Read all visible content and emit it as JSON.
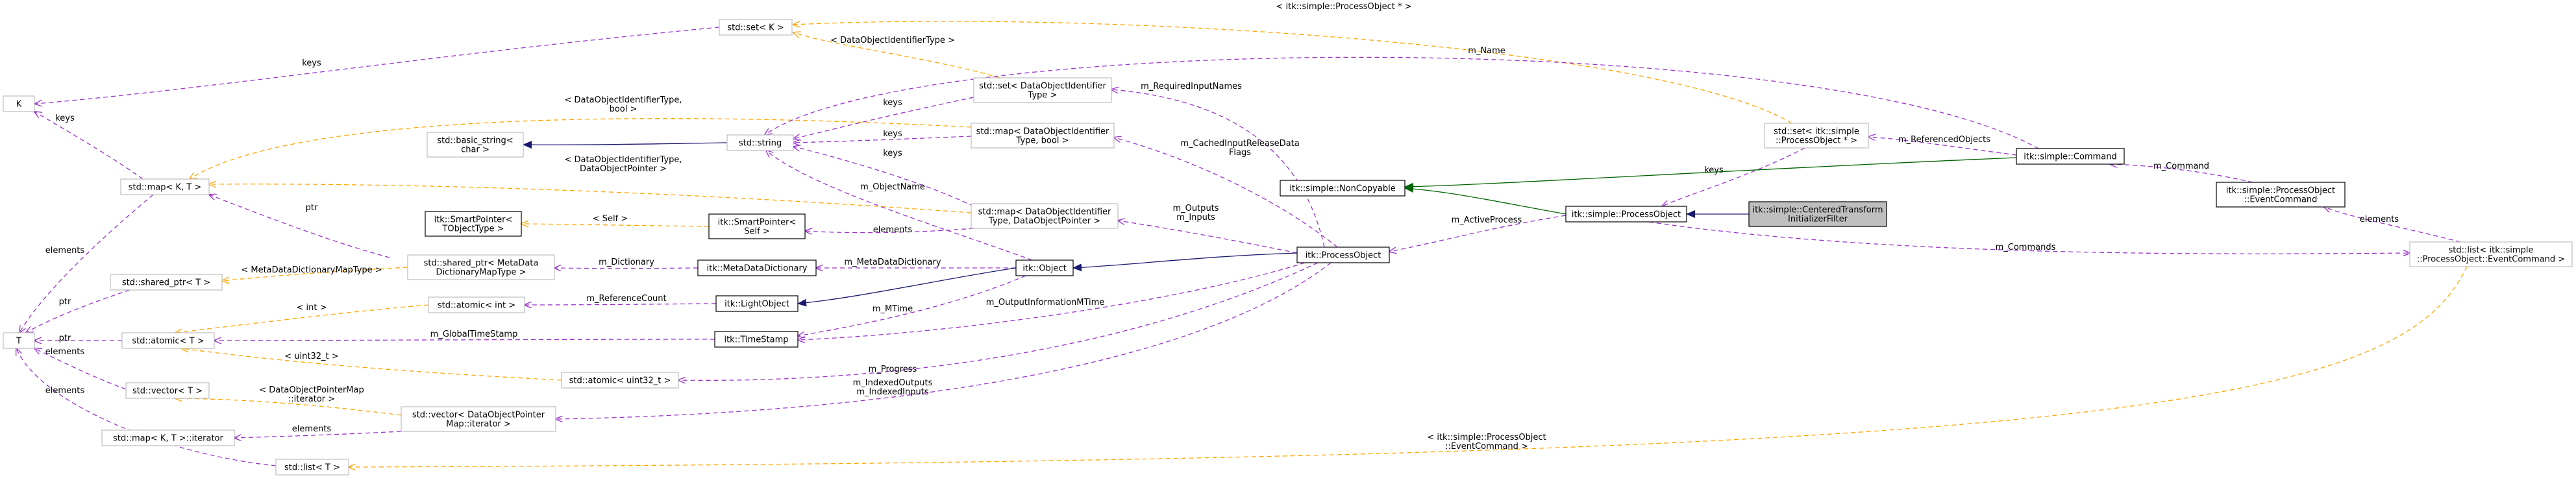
{
  "nodes": {
    "k": [
      "K"
    ],
    "t": [
      "T"
    ],
    "set_k": [
      "std::set< K >"
    ],
    "set_doit": [
      "std::set< DataObjectIdentifier",
      "Type >"
    ],
    "map_doit": [
      "std::map< DataObjectIdentifier",
      "Type, bool >"
    ],
    "map_doit_dop": [
      "std::map< DataObjectIdentifier",
      "Type, DataObjectPointer >"
    ],
    "string": [
      "std::string"
    ],
    "basic_string": [
      "std::basic_string<",
      "char >"
    ],
    "map_kt": [
      "std::map< K, T >"
    ],
    "sp_tobj": [
      "itk::SmartPointer<",
      "TObjectType >"
    ],
    "sp_self": [
      "itk::SmartPointer<",
      "Self >"
    ],
    "shared_ptr_t": [
      "std::shared_ptr< T >"
    ],
    "shared_ptr_md": [
      "std::shared_ptr< MetaData",
      "DictionaryMapType >"
    ],
    "metadata_dict": [
      "itk::MetaDataDictionary"
    ],
    "atomic_int": [
      "std::atomic< int >"
    ],
    "light_object": [
      "itk::LightObject"
    ],
    "object": [
      "itk::Object"
    ],
    "atomic_t": [
      "std::atomic< T >"
    ],
    "timestamp": [
      "itk::TimeStamp"
    ],
    "vector_t": [
      "std::vector< T >"
    ],
    "atomic_u32": [
      "std::atomic< uint32_t >"
    ],
    "vector_dop": [
      "std::vector< DataObjectPointer",
      "Map::iterator >"
    ],
    "map_iter": [
      "std::map< K, T >::iterator"
    ],
    "list_t": [
      "std::list< T >"
    ],
    "noncopyable": [
      "itk::simple::NonCopyable"
    ],
    "process_object": [
      "itk::ProcessObject"
    ],
    "simple_po": [
      "itk::simple::ProcessObject"
    ],
    "centered": [
      "itk::simple::CenteredTransform",
      "InitializerFilter"
    ],
    "set_po": [
      "std::set< itk::simple",
      "::ProcessObject * >"
    ],
    "command": [
      "itk::simple::Command"
    ],
    "event_command": [
      "itk::simple::ProcessObject",
      "::EventCommand"
    ],
    "list_ec": [
      "std::list< itk::simple",
      "::ProcessObject::EventCommand >"
    ]
  },
  "edge_labels": {
    "e_set_k_keys": [
      "keys"
    ],
    "e_set_doit_tpl": [
      "< DataObjectIdentifierType >"
    ],
    "e_set_po_tpl": [
      "< itk::simple::ProcessObject * >"
    ],
    "e_set_doit_keys": [
      "keys"
    ],
    "e_map_doit_keys": [
      "keys"
    ],
    "e_map_dop_keys": [
      "keys"
    ],
    "e_map_doit_tpl": [
      "< DataObjectIdentifierType,",
      "bool >"
    ],
    "e_map_dop_tpl": [
      "< DataObjectIdentifierType,",
      "DataObjectPointer >"
    ],
    "e_map_kt_keys": [
      "keys"
    ],
    "e_sp_self": [
      "< Self >"
    ],
    "e_ptr": [
      "ptr"
    ],
    "e_shared_md_tpl": [
      "< MetaDataDictionaryMapType >"
    ],
    "e_m_dictionary": [
      "m_Dictionary"
    ],
    "e_metadata": [
      "m_MetaDataDictionary"
    ],
    "e_m_name": [
      "m_Name"
    ],
    "e_objectname": [
      "m_ObjectName"
    ],
    "e_elements_sp": [
      "elements"
    ],
    "e_int": [
      "< int >"
    ],
    "e_refcount": [
      "m_ReferenceCount"
    ],
    "e_mtime": [
      "m_MTime"
    ],
    "e_outinfo": [
      "m_OutputInformationMTime"
    ],
    "e_globalts": [
      "m_GlobalTimeStamp"
    ],
    "e_u32": [
      "< uint32_t >"
    ],
    "e_progress": [
      "m_Progress"
    ],
    "e_dop_iter_tpl": [
      "< DataObjectPointerMap",
      "::iterator >"
    ],
    "e_indexed": [
      "m_IndexedOutputs",
      "m_IndexedInputs"
    ],
    "e_elements_iter": [
      "elements"
    ],
    "e_required": [
      "m_RequiredInputNames"
    ],
    "e_cached": [
      "m_CachedInputReleaseData",
      "Flags"
    ],
    "e_outputs": [
      "m_Outputs",
      "m_Inputs"
    ],
    "e_active": [
      "m_ActiveProcess"
    ],
    "e_keys_po": [
      "keys"
    ],
    "e_referenced": [
      "m_ReferencedObjects"
    ],
    "e_m_command": [
      "m_Command"
    ],
    "e_commands": [
      "m_Commands"
    ],
    "e_elements_ec": [
      "elements"
    ],
    "e_list_tpl": [
      "< itk::simple::ProcessObject",
      "::EventCommand >"
    ],
    "e_t_elements_1": [
      "elements"
    ],
    "e_t_ptr": [
      "ptr"
    ],
    "e_t_ptr2": [
      "ptr"
    ],
    "e_t_elements_2": [
      "elements"
    ],
    "e_t_elements_3": [
      "elements"
    ]
  },
  "colors": {
    "member": "#9a32cd",
    "template": "#ffa500",
    "inherit_public": "#191970",
    "inherit_simple": "#006400",
    "focus_fill": "#bfbfbf",
    "border_gray": "#bfbfbf"
  }
}
